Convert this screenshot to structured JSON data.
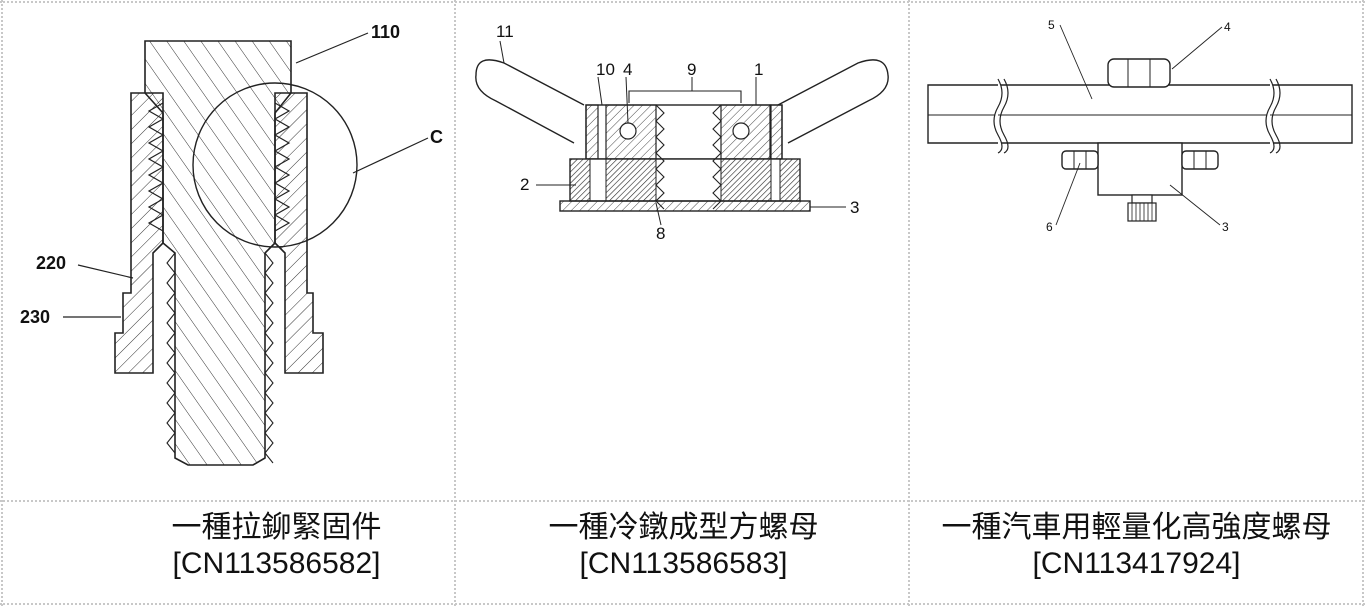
{
  "patents": [
    {
      "title": "一種拉鉚緊固件",
      "number": "[CN113586582]",
      "labels": {
        "a": "110",
        "b": "C",
        "c": "220",
        "d": "230"
      }
    },
    {
      "title": "一種冷鐓成型方螺母",
      "number": "[CN113586583]",
      "labels": {
        "a": "11",
        "b": "10",
        "c": "4",
        "d": "9",
        "e": "1",
        "f": "2",
        "g": "3",
        "h": "8"
      }
    },
    {
      "title": "一種汽車用輕量化高強度螺母",
      "number": "[CN113417924]",
      "labels": {
        "a": "5",
        "b": "4",
        "c": "6",
        "d": "3"
      }
    }
  ]
}
